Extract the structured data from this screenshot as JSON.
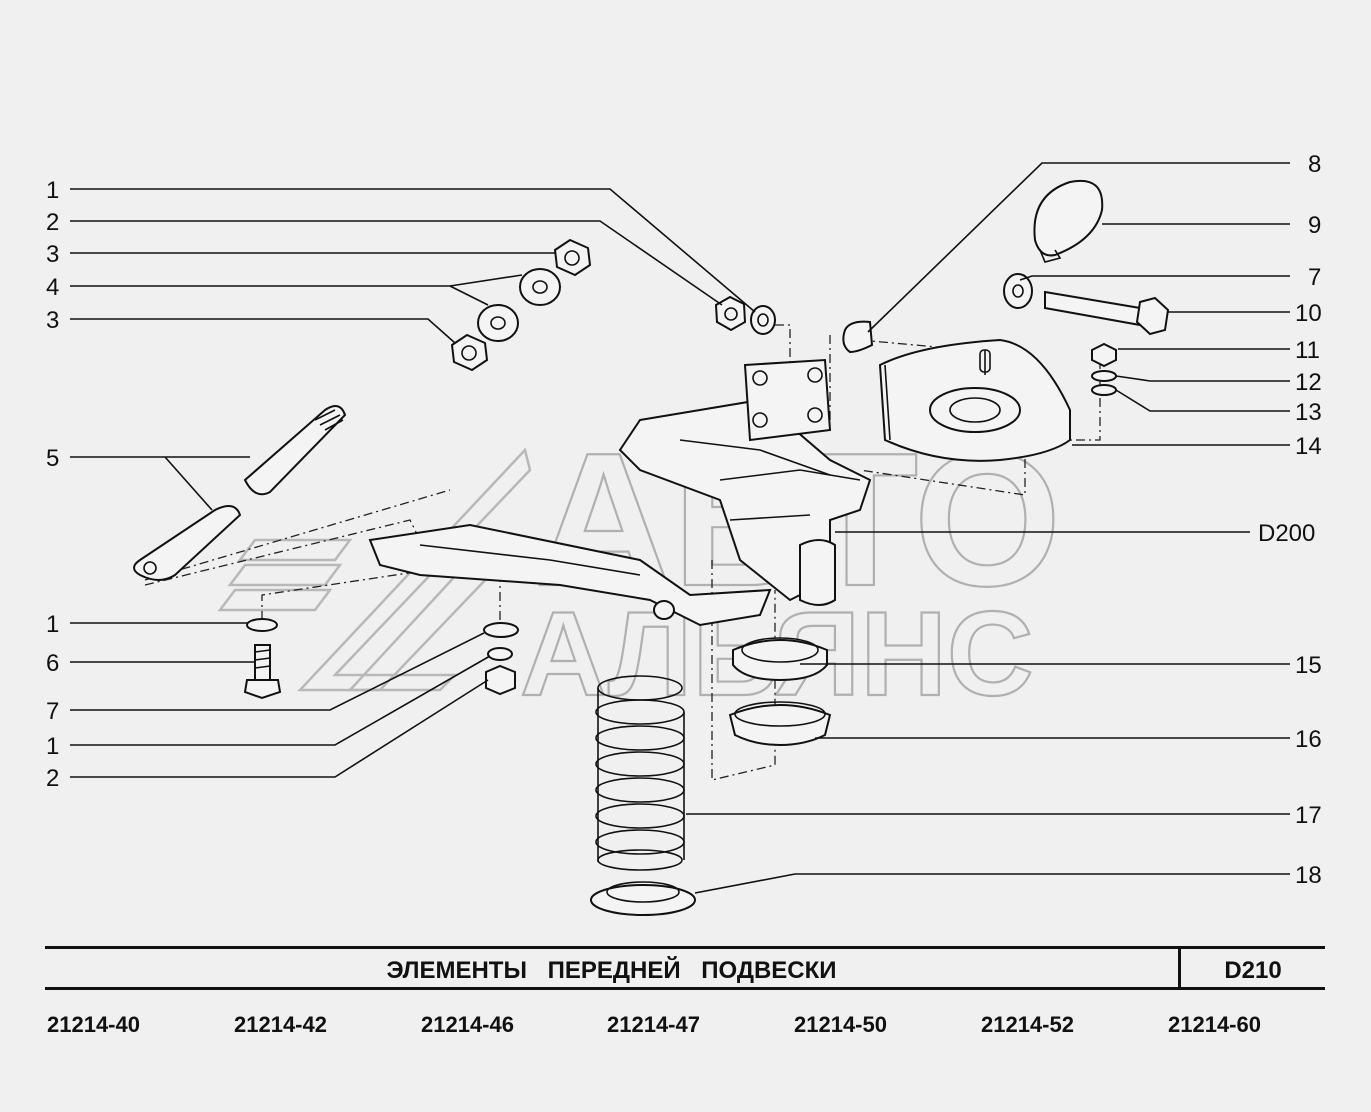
{
  "diagram": {
    "callouts_left": [
      "1",
      "2",
      "3",
      "4",
      "3",
      "5",
      "1",
      "6",
      "7",
      "1",
      "2"
    ],
    "callouts_right": [
      "8",
      "9",
      "7",
      "10",
      "11",
      "12",
      "13",
      "14",
      "D200",
      "15",
      "16",
      "17",
      "18"
    ],
    "watermark": {
      "line1": "АВТО",
      "line2": "АЛЬЯНС",
      "color": "#b0b0b0"
    }
  },
  "title_block": {
    "title": "ЭЛЕМЕНТЫ   ПЕРЕДНЕЙ   ПОДВЕСКИ",
    "code": "D210"
  },
  "models": [
    "21214-40",
    "21214-42",
    "21214-46",
    "21214-47",
    "21214-50",
    "21214-52",
    "21214-60"
  ]
}
